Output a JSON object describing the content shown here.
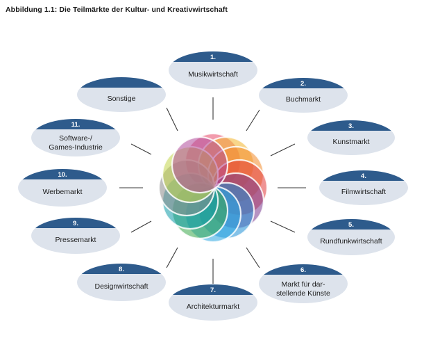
{
  "title": "Abbildung 1.1: Die Teilmärkte der Kultur- und Kreativwirtschaft",
  "center": {
    "colors": [
      "#e84a6a",
      "#f2b42a",
      "#f28a2a",
      "#e23b3b",
      "#7a3b8f",
      "#1f8fd6",
      "#2aa6e0",
      "#3aa84a",
      "#0e9aa8",
      "#8a8a8a",
      "#c2d64a",
      "#b04a9a"
    ]
  },
  "nodes": [
    {
      "number": "1.",
      "label": [
        "Musikwirtschaft"
      ]
    },
    {
      "number": "2.",
      "label": [
        "Buchmarkt"
      ]
    },
    {
      "number": "3.",
      "label": [
        "Kunstmarkt"
      ]
    },
    {
      "number": "4.",
      "label": [
        "Filmwirtschaft"
      ]
    },
    {
      "number": "5.",
      "label": [
        "Rundfunkwirtschaft"
      ]
    },
    {
      "number": "6.",
      "label": [
        "Markt für dar-",
        "stellende Künste"
      ]
    },
    {
      "number": "7.",
      "label": [
        "Architekturmarkt"
      ]
    },
    {
      "number": "8.",
      "label": [
        "Designwirtschaft"
      ]
    },
    {
      "number": "9.",
      "label": [
        "Pressemarkt"
      ]
    },
    {
      "number": "10.",
      "label": [
        "Werbemarkt"
      ]
    },
    {
      "number": "11.",
      "label": [
        "Software-/",
        "Games-Industrie"
      ]
    },
    {
      "number": "",
      "label": [
        "Sonstige"
      ]
    }
  ],
  "style": {
    "headerColor": "#2e5b8c",
    "bodyColor": "#dde3ec",
    "connectorColor": "#3a3a3a"
  }
}
